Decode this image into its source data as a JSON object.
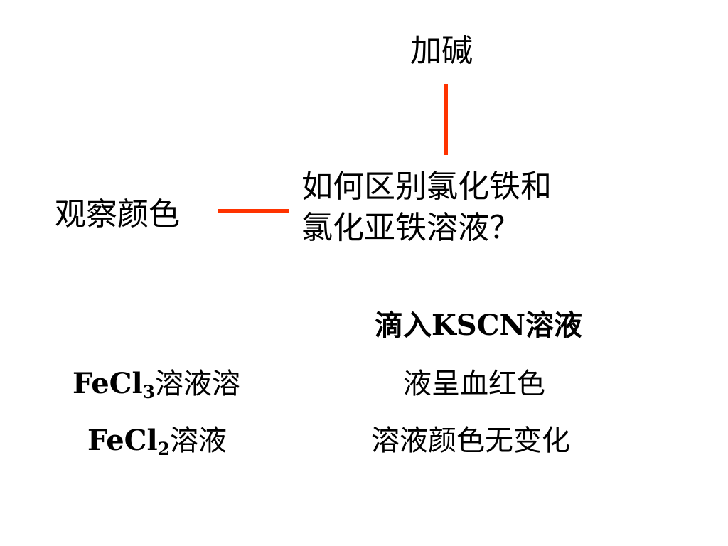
{
  "center": {
    "line1": "如何区别氯化铁和",
    "line2": "氯化亚铁溶液？"
  },
  "branches": {
    "top": "加碱",
    "left": "观察颜色"
  },
  "results": {
    "kscn": "滴入KSCN溶液",
    "fecl3": {
      "formula_prefix": "FeCl",
      "subscript": "3",
      "suffix": "溶液溶",
      "observation": "液呈血红色"
    },
    "fecl2": {
      "formula_prefix": "FeCl",
      "subscript": "2",
      "suffix": "溶液",
      "observation": "溶液颜色无变化"
    }
  },
  "colors": {
    "connector": "#ff3300",
    "text": "#000000",
    "background": "#ffffff"
  }
}
